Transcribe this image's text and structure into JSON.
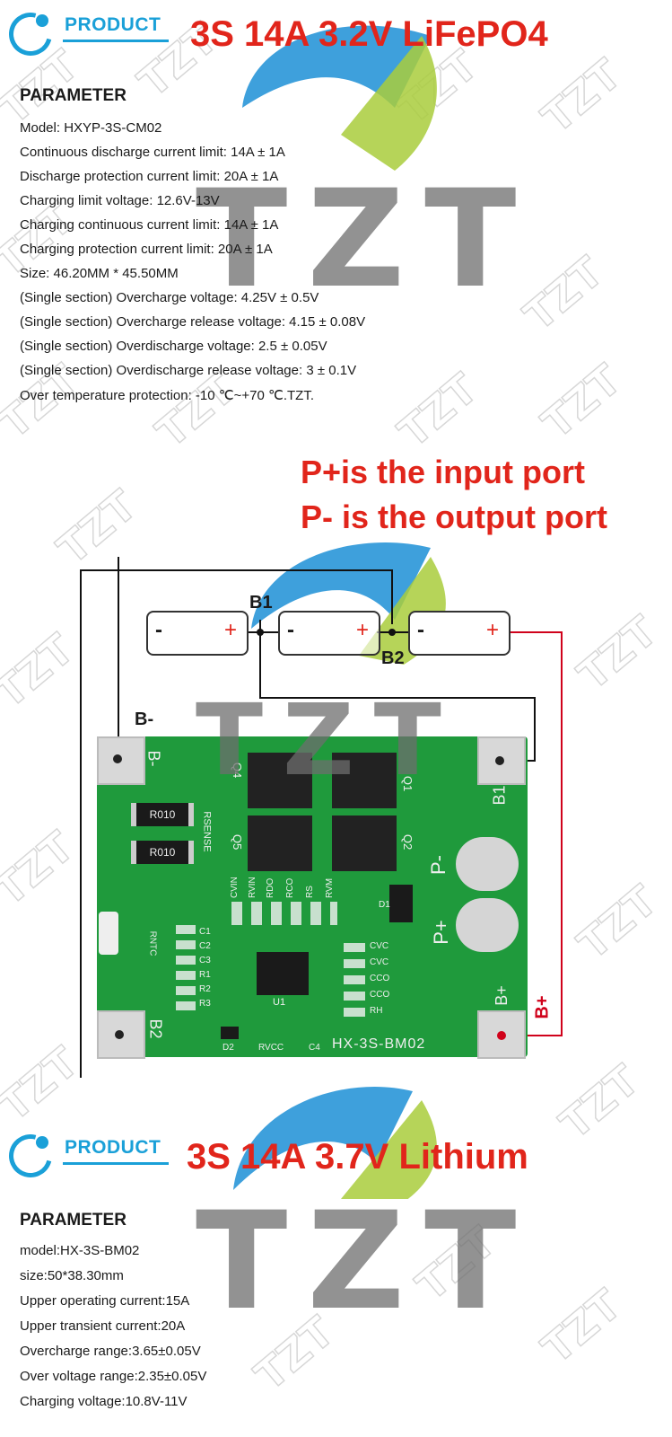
{
  "watermark": {
    "text": "TZT"
  },
  "section1": {
    "badge": "PRODUCT",
    "title": "3S 14A 3.2V LiFePO4",
    "param_heading": "PARAMETER",
    "params": [
      "Model: HXYP-3S-CM02",
      "Continuous discharge current limit: 14A ± 1A",
      "Discharge protection current limit: 20A ± 1A",
      "Charging limit voltage: 12.6V-13V",
      "Charging continuous current limit: 14A ± 1A",
      "Charging protection current limit: 20A ± 1A",
      "Size: 46.20MM * 45.50MM",
      "(Single section) Overcharge voltage: 4.25V ± 0.5V",
      "(Single section) Overcharge release voltage: 4.15 ± 0.08V",
      "(Single section) Overdischarge voltage: 2.5 ± 0.05V",
      "(Single section) Overdischarge release voltage: 3 ± 0.1V",
      "Over temperature protection: -10 ℃~+70 ℃.TZT."
    ]
  },
  "diagram": {
    "port_line1": "P+is the input port",
    "port_line2": "P- is the output port",
    "cells": [
      {
        "minus": "-",
        "plus": "+"
      },
      {
        "minus": "-",
        "plus": "+"
      },
      {
        "minus": "-",
        "plus": "+"
      }
    ],
    "label_b1": "B1",
    "label_b2": "B2",
    "label_bminus": "B-",
    "label_bplus": "B+",
    "board": {
      "silk_bminus": "B-",
      "silk_b1": "B1",
      "silk_b2": "B2",
      "silk_bplus": "B+",
      "silk_pminus": "P-",
      "silk_pplus": "P+",
      "model": "HX-3S-BM02",
      "r010_1": "R010",
      "r010_2": "R010",
      "rsense": "RSENSE",
      "q4": "Q4",
      "q5": "Q5",
      "q1": "Q1",
      "q2": "Q2",
      "d1": "D1",
      "d2": "D2",
      "rntc": "RNTC",
      "rvcc": "RVCC",
      "c4": "C4",
      "u1": "U1",
      "pads_top": [
        "CVIN",
        "RVIN",
        "RDO",
        "RCO",
        "RS",
        "RVM"
      ],
      "pads_side": [
        "CVC",
        "CVC",
        "CCO",
        "CCO",
        "RH"
      ],
      "left_parts": [
        "C1",
        "C2",
        "C3",
        "R1",
        "R2",
        "R3"
      ]
    }
  },
  "section2": {
    "badge": "PRODUCT",
    "title": "3S 14A 3.7V Lithium",
    "param_heading": "PARAMETER",
    "params": [
      "model:HX-3S-BM02",
      "size:50*38.30mm",
      "Upper operating current:15A",
      "Upper transient current:20A",
      "Overcharge range:3.65±0.05V",
      "Over voltage range:2.35±0.05V",
      "Charging voltage:10.8V-11V"
    ]
  },
  "colors": {
    "accent_blue": "#1aa0d8",
    "title_red": "#e1251b",
    "wire_red": "#d0021b",
    "pcb_green": "#1f9a3c"
  }
}
